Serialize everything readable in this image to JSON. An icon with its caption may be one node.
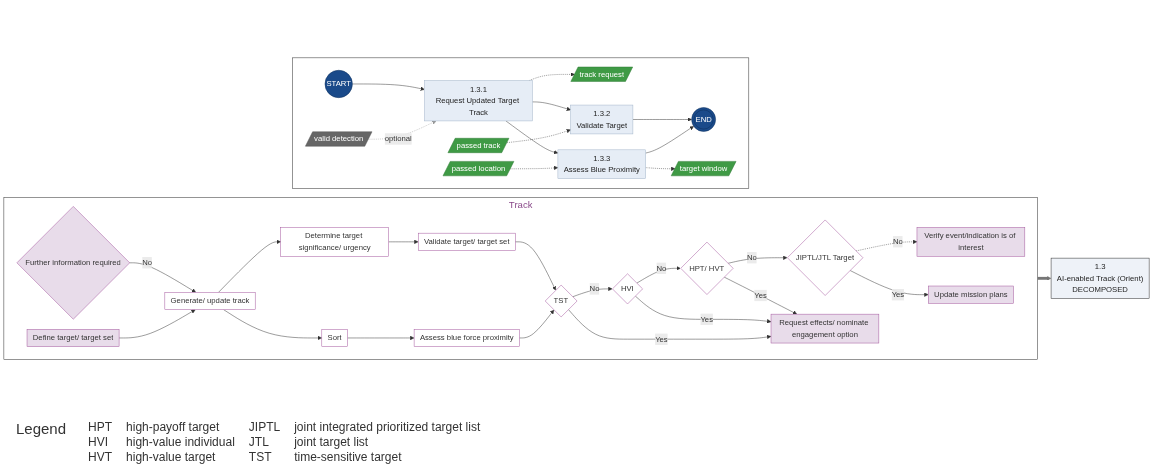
{
  "diagram": {
    "nodes": [
      {
        "text": [
          "Track"
        ]
      },
      {
        "text": [
          "Further information required"
        ],
        "in": 0
      },
      {
        "text": [
          "Define target/ target set"
        ],
        "in": 0
      },
      {
        "text": [
          "Generate/ update track"
        ],
        "in": 0
      },
      {
        "text": [
          "Determine target significance/ urgency"
        ],
        "in": 0
      },
      {
        "text": [
          "Sort"
        ],
        "in": 0
      },
      {
        "text": [
          "Validate target/ target set"
        ],
        "in": 0
      },
      {
        "text": [
          "Assess blue force proximity"
        ],
        "in": 0
      },
      {
        "text": [
          "TST"
        ],
        "in": 0
      },
      {
        "text": [
          "HVI"
        ],
        "in": 0
      },
      {
        "text": [
          "HPT/ HVT"
        ],
        "in": 0
      },
      {
        "text": [
          "JIPTL/JTL Target"
        ],
        "in": 0
      },
      {
        "text": [
          "Verify event/indication is of interest"
        ],
        "in": 0
      },
      {
        "text": [
          "Request effects/ nominate engagement option"
        ],
        "in": 0
      },
      {
        "text": [
          "Update mission plans"
        ],
        "in": 0
      },
      {
        "text": [
          "1.3",
          "AI-enabled Track (Orient)",
          "DECOMPOSED"
        ]
      },
      {
        "text": [],
        "shape": "box"
      },
      {
        "text": [
          "START"
        ],
        "in": 16
      },
      {
        "text": [
          "valid detection"
        ],
        "in": 16
      },
      {
        "text": [
          "1.3.1",
          "Request Updated Target Track"
        ],
        "in": 16
      },
      {
        "text": [
          "track request"
        ],
        "in": 16
      },
      {
        "text": [
          "passed track"
        ],
        "in": 16
      },
      {
        "text": [
          "1.3.2",
          "Validate Target"
        ],
        "in": 16
      },
      {
        "text": [
          "passed location"
        ],
        "in": 16
      },
      {
        "text": [
          "1.3.3",
          "Assess Blue Proximity"
        ],
        "in": 16
      },
      {
        "text": [
          "target window"
        ],
        "in": 16
      },
      {
        "text": [
          "END"
        ],
        "in": 16
      }
    ],
    "edges": [
      {
        "from": 1,
        "to": 3,
        "label": "No",
        "arrow": "to"
      },
      {
        "from": 2,
        "to": 3,
        "arrow": "to"
      },
      {
        "from": 3,
        "to": 4,
        "arrow": "to"
      },
      {
        "from": 3,
        "to": 5,
        "arrow": "to"
      },
      {
        "from": 4,
        "to": 6,
        "arrow": "to"
      },
      {
        "from": 5,
        "to": 7,
        "arrow": "to"
      },
      {
        "from": 6,
        "to": 8,
        "arrow": "to"
      },
      {
        "from": 7,
        "to": 8,
        "arrow": "to"
      },
      {
        "from": 8,
        "to": 9,
        "label": "No",
        "arrow": "to"
      },
      {
        "from": 9,
        "to": 10,
        "label": "No",
        "arrow": "to"
      },
      {
        "from": 10,
        "to": 11,
        "label": "No",
        "arrow": "to"
      },
      {
        "from": 11,
        "to": 12,
        "label": "No",
        "arrow": "to",
        "style": "dashed"
      },
      {
        "from": 11,
        "to": 14,
        "label": "Yes",
        "arrow": "to"
      },
      {
        "from": 8,
        "to": 13,
        "label": "Yes",
        "arrow": "to"
      },
      {
        "from": 9,
        "to": 13,
        "label": "Yes",
        "arrow": "to"
      },
      {
        "from": 10,
        "to": 13,
        "label": "Yes",
        "arrow": "to"
      },
      {
        "from": 0,
        "to": 15,
        "arrow": "to",
        "style": "thick",
        "color": "#777777"
      },
      {
        "from": 17,
        "to": 19,
        "arrow": "to"
      },
      {
        "from": 18,
        "to": 19,
        "label": "optional",
        "arrow": "to",
        "style": "dashed",
        "color": "#999999"
      },
      {
        "from": 19,
        "to": 20,
        "arrow": "to",
        "style": "dashed"
      },
      {
        "from": 19,
        "to": 22,
        "arrow": "to"
      },
      {
        "from": 19,
        "to": 24,
        "arrow": "to"
      },
      {
        "from": 21,
        "to": 22,
        "arrow": "to",
        "style": "dashed"
      },
      {
        "from": 23,
        "to": 24,
        "arrow": "to",
        "style": "dashed"
      },
      {
        "from": 22,
        "to": 26,
        "arrow": "to"
      },
      {
        "from": 24,
        "to": 26,
        "arrow": "to"
      },
      {
        "from": 24,
        "to": 25,
        "arrow": "to",
        "style": "dashed"
      }
    ],
    "labels": [
      "Legend",
      "HPT",
      "high-payoff target",
      "JIPTL",
      "joint integrated prioritized target list",
      "HVI",
      "high-value individual",
      "JTL",
      "joint target list",
      "HVT",
      "high-value target",
      "TST",
      "time-sensitive target"
    ]
  }
}
